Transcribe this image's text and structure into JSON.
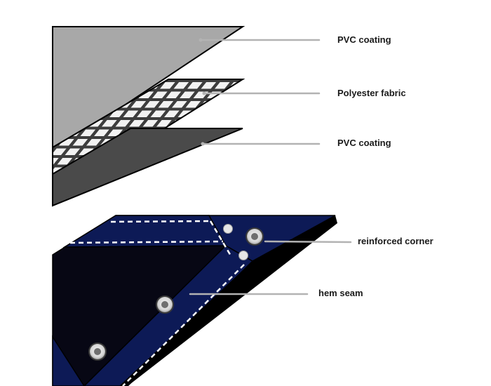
{
  "callouts": {
    "pvc_top": "PVC coating",
    "polyester": "Polyester fabric",
    "pvc_bottom": "PVC coating",
    "corner": "reinforced corner",
    "hem": "hem seam"
  },
  "colors": {
    "pvc_top_layer": "#a8a8a8",
    "fabric_grid_background": "#3d3d3d",
    "fabric_cell": "#f2f2f2",
    "pvc_bottom_layer": "#4a4a4a",
    "tarp_body": "#070714",
    "tarp_hem": "#0d1a56",
    "stitching": "#ffffff",
    "grommet": "#bfbfbf",
    "leader_line": "#b3b3b3"
  }
}
